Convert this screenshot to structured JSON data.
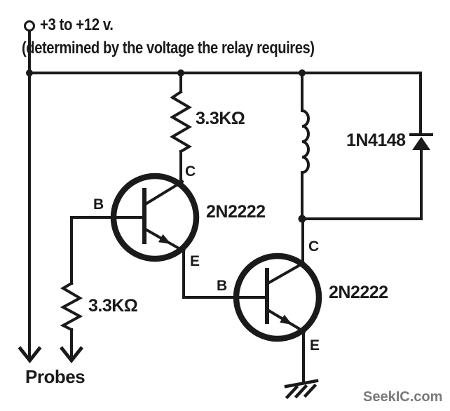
{
  "supply": {
    "label": "+3 to +12 v.",
    "note": "(determined by the voltage the relay requires)"
  },
  "components": {
    "r1": {
      "value": "3.3KΩ"
    },
    "r2": {
      "value": "3.3KΩ"
    },
    "q1": {
      "part": "2N2222",
      "pin_b": "B",
      "pin_c": "C",
      "pin_e": "E"
    },
    "q2": {
      "part": "2N2222",
      "pin_b": "B",
      "pin_c": "C",
      "pin_e": "E"
    },
    "d1": {
      "part": "1N4148"
    }
  },
  "probes_label": "Probes",
  "watermark": "SeekIC.com",
  "colors": {
    "ink": "#1a1a1a",
    "background": "#ffffff",
    "watermark": "#7a7a7a"
  }
}
